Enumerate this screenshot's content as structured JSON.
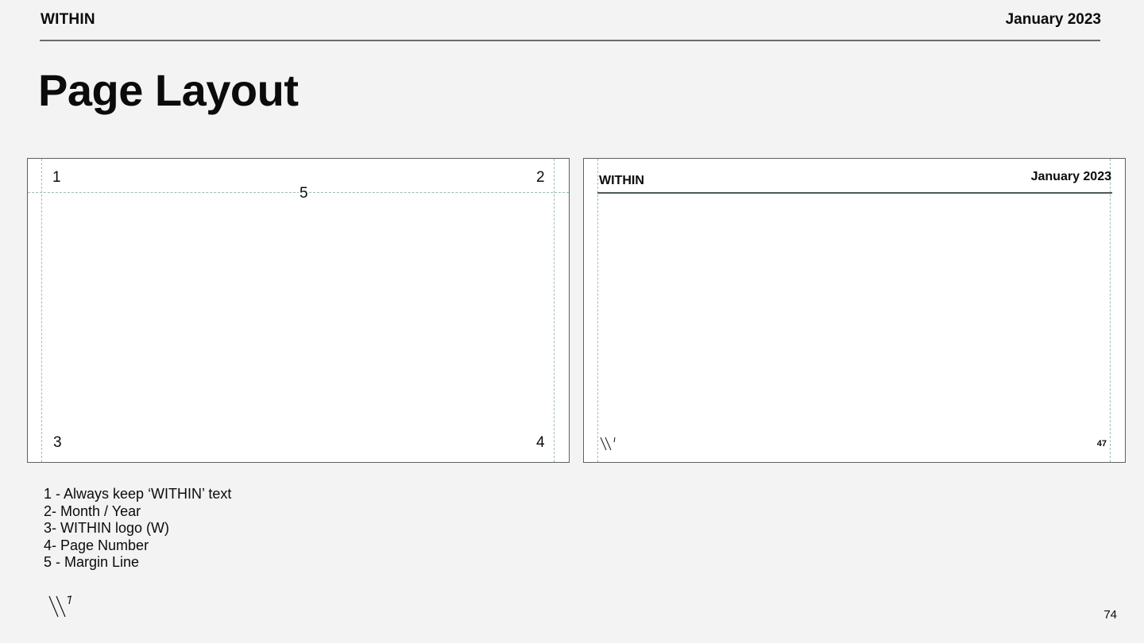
{
  "header": {
    "brand": "WITHIN",
    "date": "January 2023"
  },
  "title": "Page Layout",
  "diagram": {
    "markers": [
      "1",
      "2",
      "3",
      "4",
      "5"
    ]
  },
  "example": {
    "brand": "WITHIN",
    "date": "January 2023",
    "page_number": "47",
    "logo_icon": "within-logo-icon"
  },
  "notes": [
    "1 - Always keep ‘WITHIN’ text",
    "2- Month / Year",
    "3- WITHIN logo (W)",
    "4- Page Number",
    "5 - Margin Line"
  ],
  "footer": {
    "logo_icon": "within-logo-icon",
    "page_number": "74"
  },
  "colors": {
    "background": "#f3f3f3",
    "guide": "#9dbcb6",
    "rule": "#6b6b6b"
  }
}
